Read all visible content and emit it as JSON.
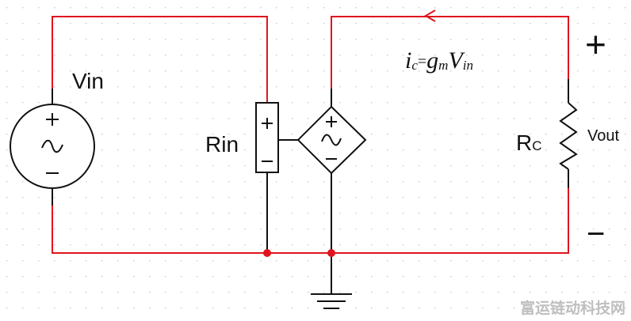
{
  "labels": {
    "vin": "Vin",
    "rin": "Rin",
    "rc_main": "R",
    "rc_sub": "C",
    "vout": "Vout",
    "plus": "+",
    "minus": "−",
    "eq_i": "i",
    "eq_i_sub": "c",
    "eq_equals": "=",
    "eq_g": "g",
    "eq_g_sub": "m",
    "eq_v": "V",
    "eq_v_sub": "in"
  },
  "watermark": "富运链动科技网",
  "colors": {
    "active_wire": "#e0141e",
    "passive_wire": "#111111",
    "node": "#e0141e",
    "grid_dot": "#c8c8c8",
    "watermark": "#bfbfbf"
  }
}
